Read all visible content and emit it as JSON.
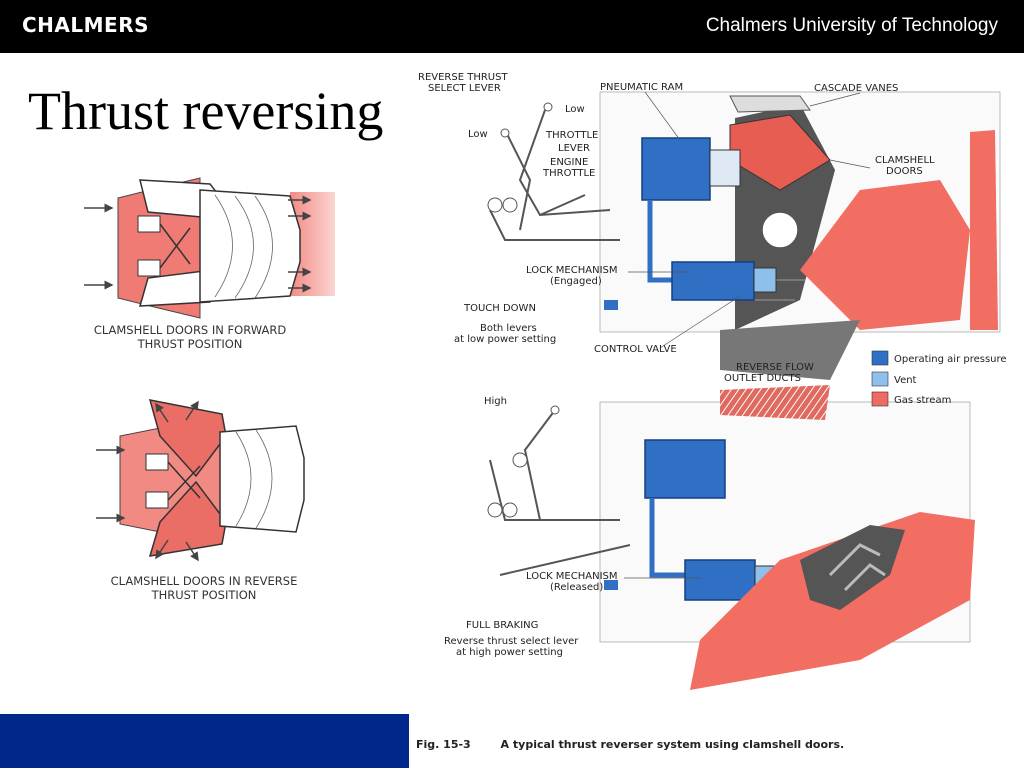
{
  "header": {
    "logo": "CHALMERS",
    "institution": "Chalmers University of Technology"
  },
  "slide": {
    "title": "Thrust reversing"
  },
  "left_figures": {
    "forward_caption": [
      "CLAMSHELL DOORS IN FORWARD",
      "THRUST POSITION"
    ],
    "reverse_caption": [
      "CLAMSHELL DOORS IN REVERSE",
      "THRUST POSITION"
    ]
  },
  "diagram": {
    "labels": {
      "reverse_thrust_select_lever": [
        "REVERSE THRUST",
        "SELECT LEVER"
      ],
      "low_top": "Low",
      "low_left": "Low",
      "throttle_lever": [
        "THROTTLE",
        "LEVER"
      ],
      "engine_throttle": [
        "ENGINE",
        "THROTTLE"
      ],
      "pneumatic_ram": "PNEUMATIC RAM",
      "cascade_vanes": "CASCADE VANES",
      "clamshell_doors": [
        "CLAMSHELL",
        "DOORS"
      ],
      "lock_mechanism_engaged": [
        "LOCK MECHANISM",
        "(Engaged)"
      ],
      "touch_down": "TOUCH DOWN",
      "both_levers": [
        "Both levers",
        "at low power setting"
      ],
      "control_valve": "CONTROL VALVE",
      "reverse_flow_outlet_ducts": [
        "REVERSE FLOW",
        "OUTLET DUCTS"
      ],
      "high": "High",
      "lock_mechanism_released": [
        "LOCK MECHANISM",
        "(Released)"
      ],
      "full_braking": "FULL BRAKING",
      "reverse_select_high": [
        "Reverse thrust select lever",
        "at high power setting"
      ]
    },
    "legend": [
      {
        "label": "Operating air pressure",
        "color": "#2f6fc4"
      },
      {
        "label": "Vent",
        "color": "#8fc0ec"
      },
      {
        "label": "Gas stream",
        "color": "#ee6a62"
      }
    ]
  },
  "figure_caption": {
    "number": "Fig. 15-3",
    "text": "A typical thrust reverser system using clamshell doors."
  }
}
